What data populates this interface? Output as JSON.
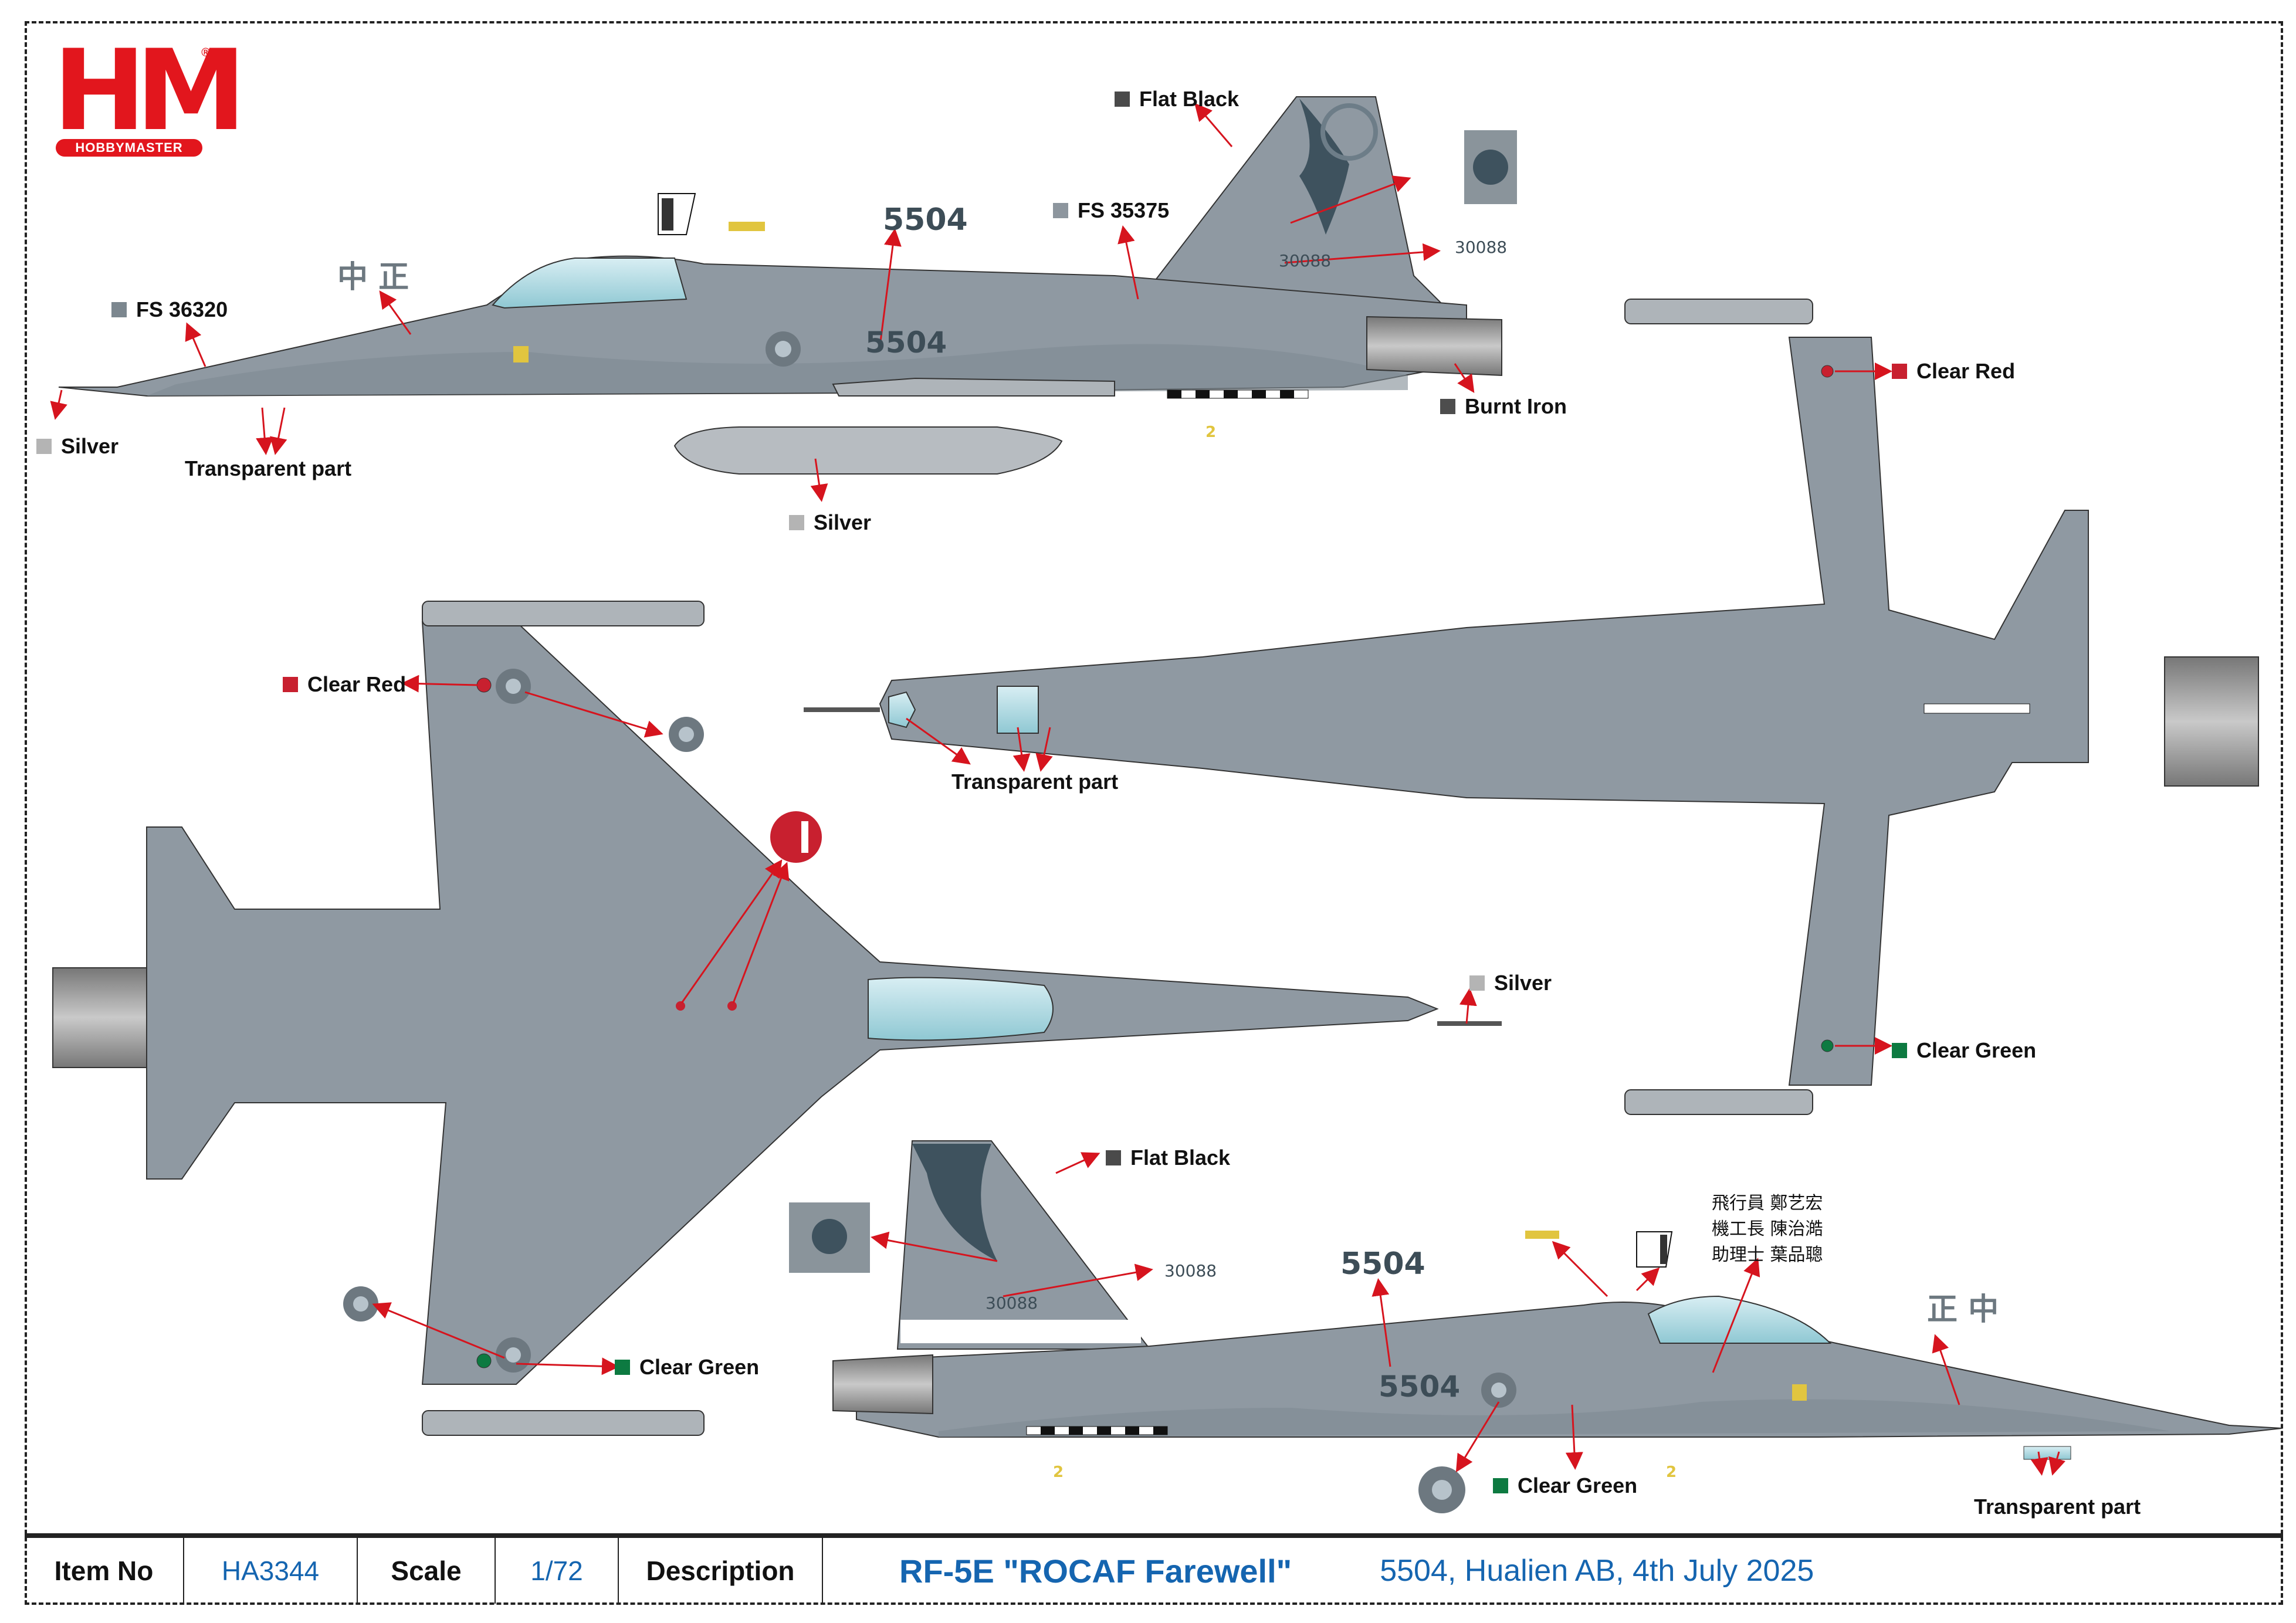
{
  "brand": {
    "logo_text": "HM",
    "logo_subtext": "HOBBYMASTER",
    "registered": "®"
  },
  "colors": {
    "camo_light": "#9aa3ac",
    "camo_dark": "#7f8a93",
    "tail_dark": "#3e525e",
    "arrow_red": "#d6141e",
    "title_blue": "#1565b0"
  },
  "callouts": {
    "flat_black_top": {
      "label": "Flat Black",
      "swatch": "#4a4a4a"
    },
    "fs35375": {
      "label": "FS 35375",
      "swatch": "#8d969e"
    },
    "fs36320": {
      "label": "FS 36320",
      "swatch": "#7c878f"
    },
    "silver_nose": {
      "label": "Silver",
      "swatch": "#b4b4b4"
    },
    "transparent_top": {
      "label": "Transparent part"
    },
    "silver_tank": {
      "label": "Silver",
      "swatch": "#b4b4b4"
    },
    "burnt_iron": {
      "label": "Burnt Iron",
      "swatch": "#4d4d4d"
    },
    "clear_red_right": {
      "label": "Clear Red",
      "swatch": "#c8202f"
    },
    "clear_red_left": {
      "label": "Clear Red",
      "swatch": "#c8202f"
    },
    "transparent_mid": {
      "label": "Transparent part"
    },
    "silver_mid": {
      "label": "Silver",
      "swatch": "#b4b4b4"
    },
    "clear_green_right": {
      "label": "Clear Green",
      "swatch": "#0d7a41"
    },
    "clear_green_left": {
      "label": "Clear Green",
      "swatch": "#0d7a41"
    },
    "flat_black_bottom": {
      "label": "Flat Black",
      "swatch": "#4a4a4a"
    },
    "clear_green_bottom": {
      "label": "Clear Green",
      "swatch": "#0d7a41"
    },
    "transparent_bottom": {
      "label": "Transparent part"
    }
  },
  "markings": {
    "serial_top_detail": "5504",
    "serial_top_fuselage": "5504",
    "serial_bottom_detail": "5504",
    "serial_bottom_fuselage": "5504",
    "tail_number": "30088",
    "tail_number_detail_top": "30088",
    "tail_number_detail_bottom": "30088",
    "chinese_name_top": "中 正",
    "chinese_name_bottom": "正 中",
    "numeral_2": "2",
    "numeral_1_badge": "1",
    "crew": [
      {
        "role": "飛行員",
        "name": "鄭艺宏"
      },
      {
        "role": "機工長",
        "name": "陳治澔"
      },
      {
        "role": "助理士",
        "name": "葉品聰"
      }
    ]
  },
  "footer": {
    "item_no_label": "Item No",
    "item_no": "HA3344",
    "scale_label": "Scale",
    "scale": "1/72",
    "description_label": "Description",
    "title": "RF-5E \"ROCAF Farewell\"",
    "subtitle": "5504, Hualien AB, 4th July 2025"
  }
}
